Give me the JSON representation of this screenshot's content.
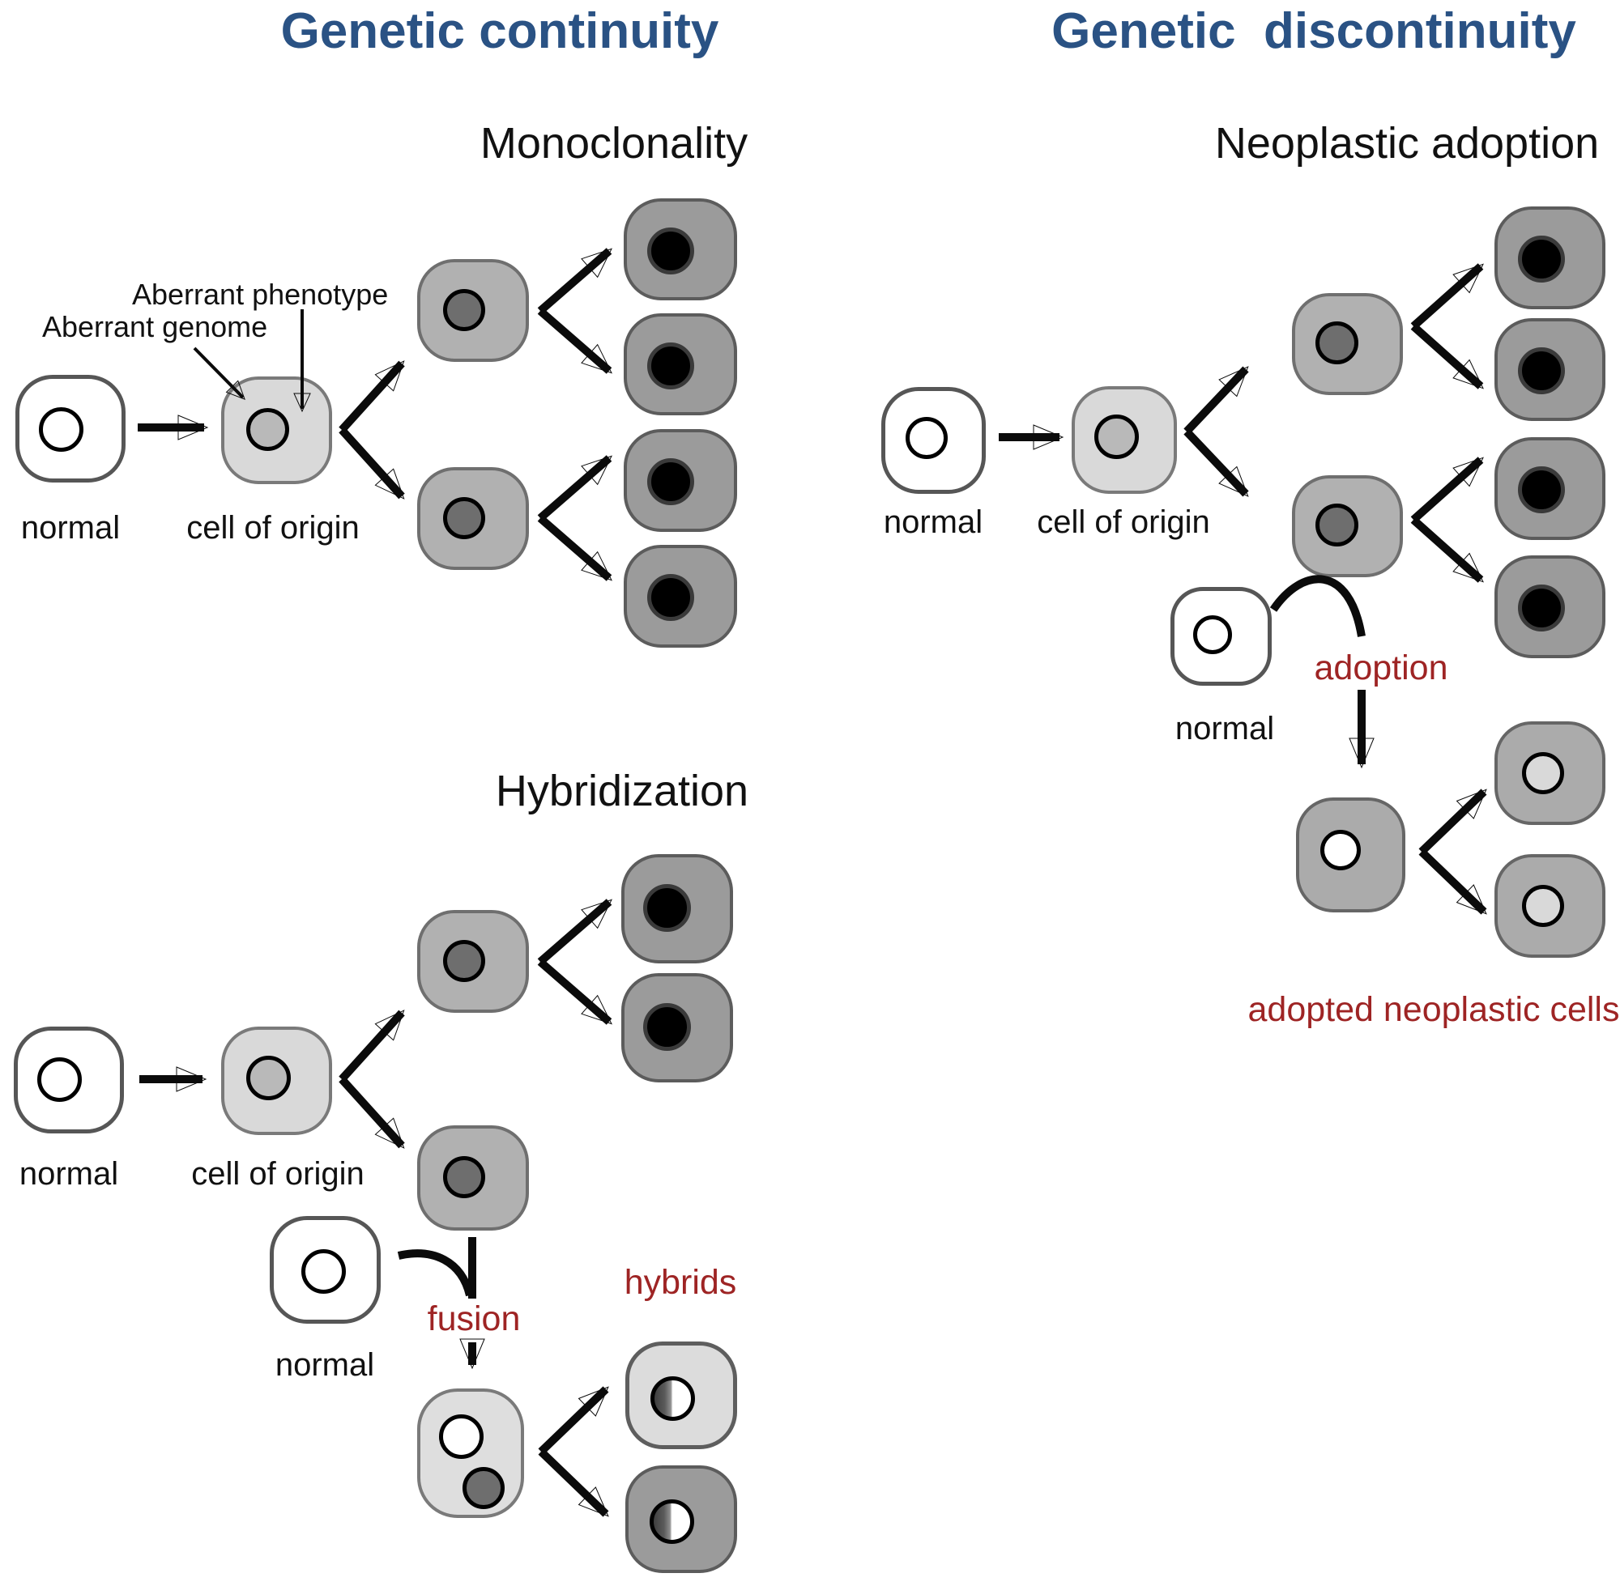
{
  "colors": {
    "title_blue": "#2A5284",
    "label_red": "#9E2424",
    "text_black": "#111111",
    "cell_normal": "#FFFFFF",
    "cell_origin": "#D9D9D9",
    "cell_intermediate": "#B1B1B1",
    "cell_neoplastic": "#9B9B9B",
    "cell_adopted": "#ABABAB",
    "cell_hybrid_light": "#DCDCDC",
    "cell_fused": "#DEDEDE",
    "nucleus_dark": "#6E6E6E",
    "nucleus_black": "#000000",
    "nucleus_light": "#D9D9D9",
    "nucleus_origin": "#B9B9B9"
  },
  "header": {
    "left_title": "Genetic continuity",
    "right_title": "Genetic  discontinuity"
  },
  "monoclonality": {
    "subtitle": "Monoclonality",
    "annotation_phenotype": "Aberrant phenotype",
    "annotation_genome": "Aberrant genome",
    "label_normal": "normal",
    "label_cell_of_origin": "cell of origin"
  },
  "hybridization": {
    "subtitle": "Hybridization",
    "label_normal": "normal",
    "label_cell_of_origin": "cell of origin",
    "label_normal2": "normal",
    "label_fusion": "fusion",
    "label_hybrids": "hybrids"
  },
  "adoption": {
    "subtitle": "Neoplastic adoption",
    "label_normal": "normal",
    "label_cell_of_origin": "cell of origin",
    "label_normal2": "normal",
    "label_adoption": "adoption",
    "label_adopted": "adopted neoplastic cells"
  }
}
